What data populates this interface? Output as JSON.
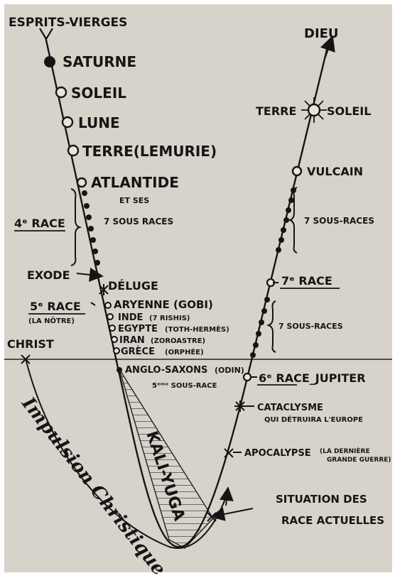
{
  "labels": {
    "esprits_vierges": "ESPRITS-VIERGES",
    "dieu": "DIEU",
    "saturne": "SATURNE",
    "soleil_left": "SOLEIL",
    "lune": "LUNE",
    "terre_lemurie": "TERRE(LEMURIE)",
    "atlantide": "ATLANTIDE",
    "et_ses": "ET SES",
    "sous_races_7_left": "7 SOUS RACES",
    "race_4": "4ᵉ RACE",
    "exode": "EXODE",
    "deluge": "DÉLUGE",
    "race_5": "5ᵉ RACE",
    "la_notre": "(LA NÔTRE)",
    "aryenne": "ARYENNE (GOBI)",
    "inde": "INDE",
    "inde_note": "(7 RISHIS)",
    "egypte": "EGYPTE",
    "egypte_note": "(TOTH-HERMÈS)",
    "iran": "IRAN",
    "iran_note": "(ZOROASTRE)",
    "grece": "GRÈCE",
    "grece_note": "(ORPHÉE)",
    "christ": "CHRIST",
    "anglo_saxons": "ANGLO-SAXONS",
    "odin": "(ODIN)",
    "sous_race_5": "5ᵉᵐᵉ SOUS-RACE",
    "kali_yuga": "KALI-YUGA",
    "terre_right": "TERRE",
    "soleil_right": "SOLEIL",
    "vulcain": "VULCAIN",
    "sous_races_7_right_top": "7 SOUS-RACES",
    "race_7": "7ᵉ RACE",
    "sous_races_7_right_bottom": "7 SOUS-RACES",
    "race_6_jupiter": "6ᵉ RACE_JUPITER",
    "cataclysme": "CATACLYSME",
    "cataclysme_note": "QUI DÉTRUIRA L'EUROPE",
    "apocalypse": "APOCALYPSE",
    "apocalypse_note_1": "(LA DERNIÈRE",
    "apocalypse_note_2": "GRANDE GUERRE)",
    "situation_1": "SITUATION DES",
    "situation_2": "RACE ACTUELLES",
    "impulsion_christique": "Impulsion Christique"
  }
}
